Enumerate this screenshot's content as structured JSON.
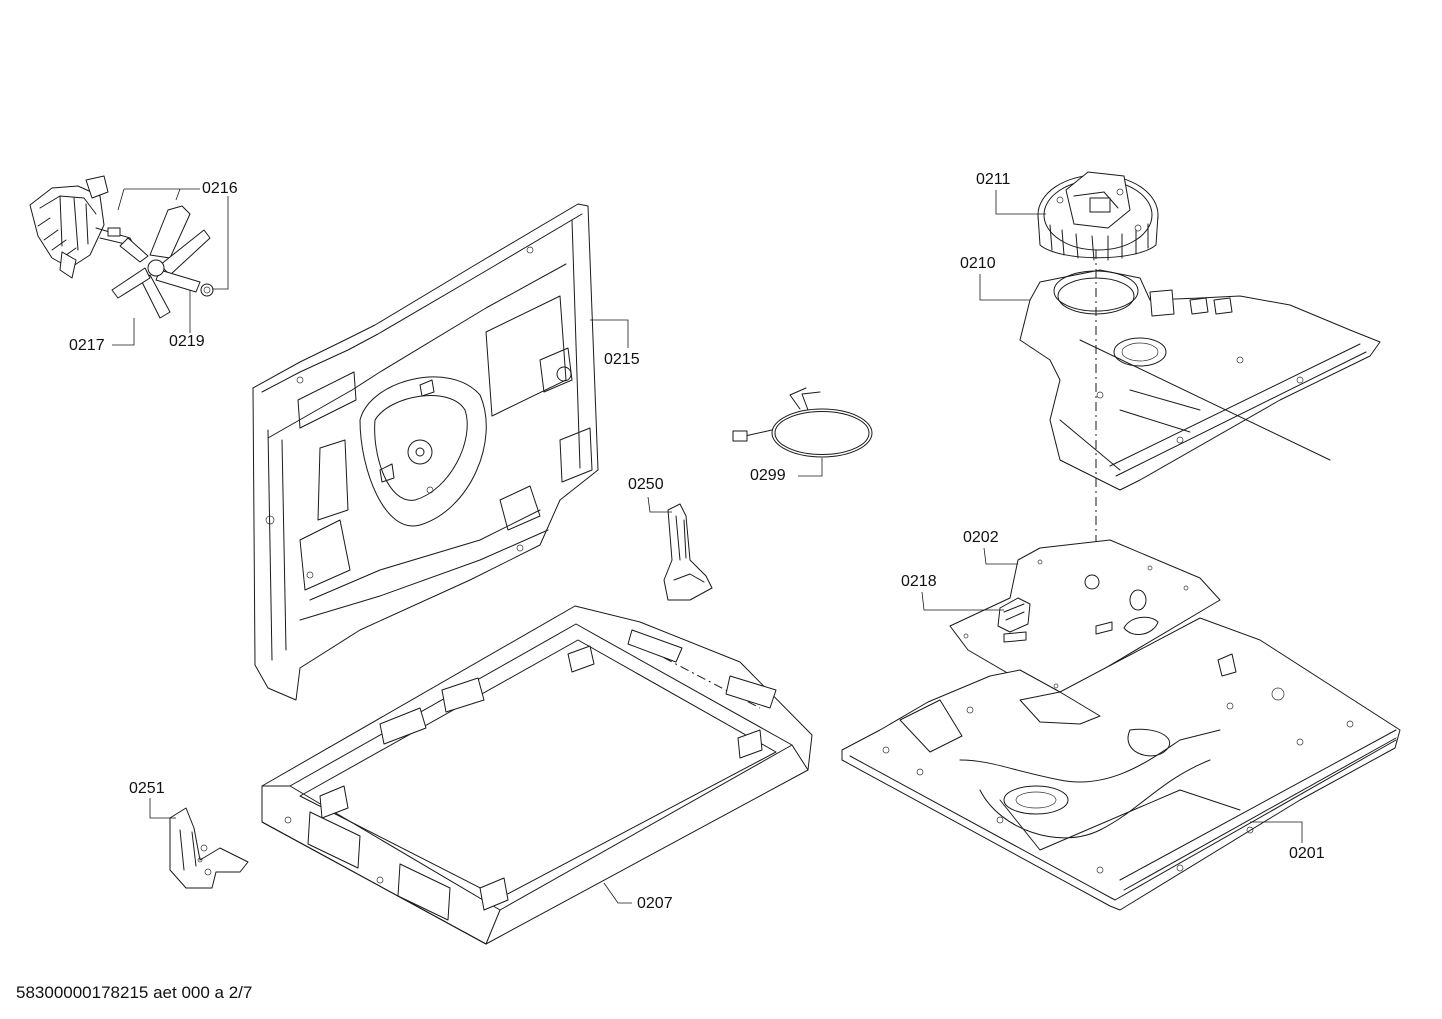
{
  "document_id": "58300000178215 aet 000 a 2/7",
  "callouts": [
    {
      "id": "0216",
      "label": "0216"
    },
    {
      "id": "0217",
      "label": "0217"
    },
    {
      "id": "0219",
      "label": "0219"
    },
    {
      "id": "0215",
      "label": "0215"
    },
    {
      "id": "0299",
      "label": "0299"
    },
    {
      "id": "0250",
      "label": "0250"
    },
    {
      "id": "0251",
      "label": "0251"
    },
    {
      "id": "0207",
      "label": "0207"
    },
    {
      "id": "0211",
      "label": "0211"
    },
    {
      "id": "0210",
      "label": "0210"
    },
    {
      "id": "0202",
      "label": "0202"
    },
    {
      "id": "0218",
      "label": "0218"
    },
    {
      "id": "0201",
      "label": "0201"
    }
  ]
}
